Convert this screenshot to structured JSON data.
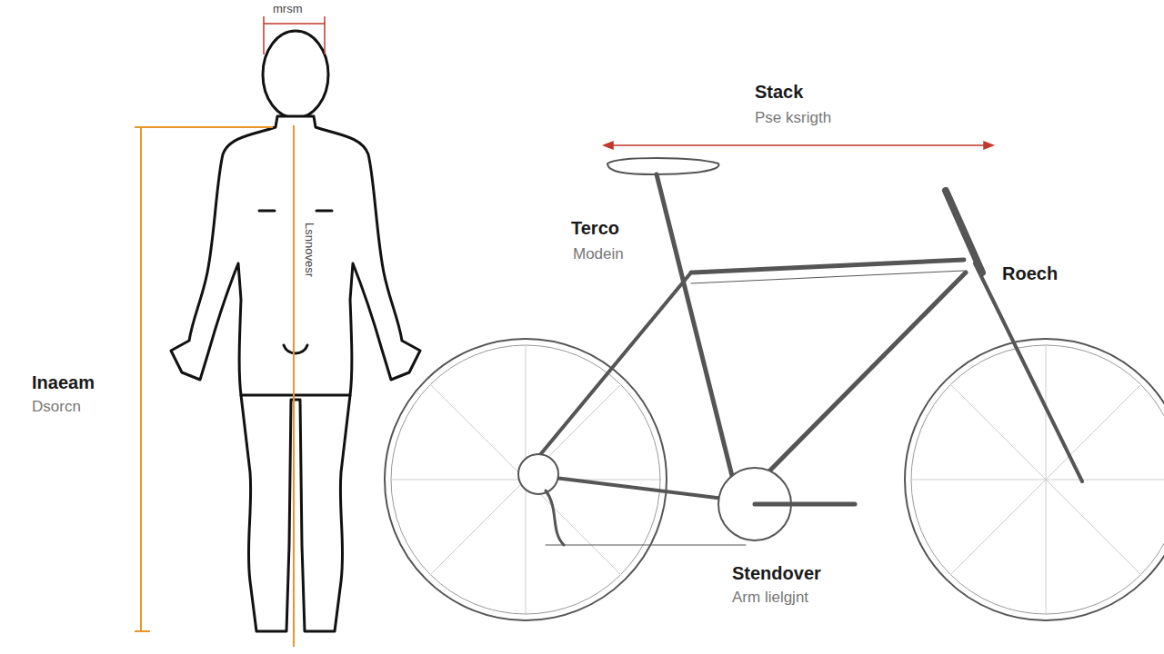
{
  "diagram": {
    "labels": [
      "mrsm",
      "Stack",
      "Pse ksrigth",
      "Terco",
      "Modein",
      "Roech",
      "Inaeam",
      "Dsorcn",
      "Stendover",
      "Arm lielgjnt",
      "Lsnnovesr"
    ]
  }
}
